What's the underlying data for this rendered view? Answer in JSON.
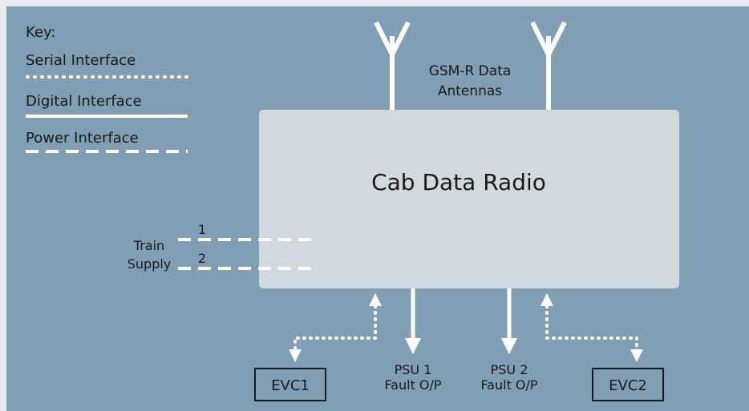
{
  "colors": {
    "background": "#809fb5",
    "frame": "#e4eaef",
    "radio_fill": "#d2d9de",
    "line": "#ffffff",
    "text": "#1a1a1a",
    "box_border": "#1a1a1a"
  },
  "key": {
    "title": "Key:",
    "items": [
      {
        "label": "Serial Interface",
        "style": "dotted"
      },
      {
        "label": "Digital Interface",
        "style": "solid"
      },
      {
        "label": "Power Interface",
        "style": "dashed"
      }
    ]
  },
  "antennas": {
    "label_line1": "GSM-R Data",
    "label_line2": "Antennas",
    "count": 2
  },
  "radio": {
    "label": "Cab Data Radio"
  },
  "train_supply": {
    "label_line1": "Train",
    "label_line2": "Supply",
    "line1_number": "1",
    "line2_number": "2"
  },
  "evc1": {
    "label": "EVC1"
  },
  "evc2": {
    "label": "EVC2"
  },
  "psu1": {
    "label_line1": "PSU 1",
    "label_line2": "Fault O/P"
  },
  "psu2": {
    "label_line1": "PSU 2",
    "label_line2": "Fault O/P"
  }
}
